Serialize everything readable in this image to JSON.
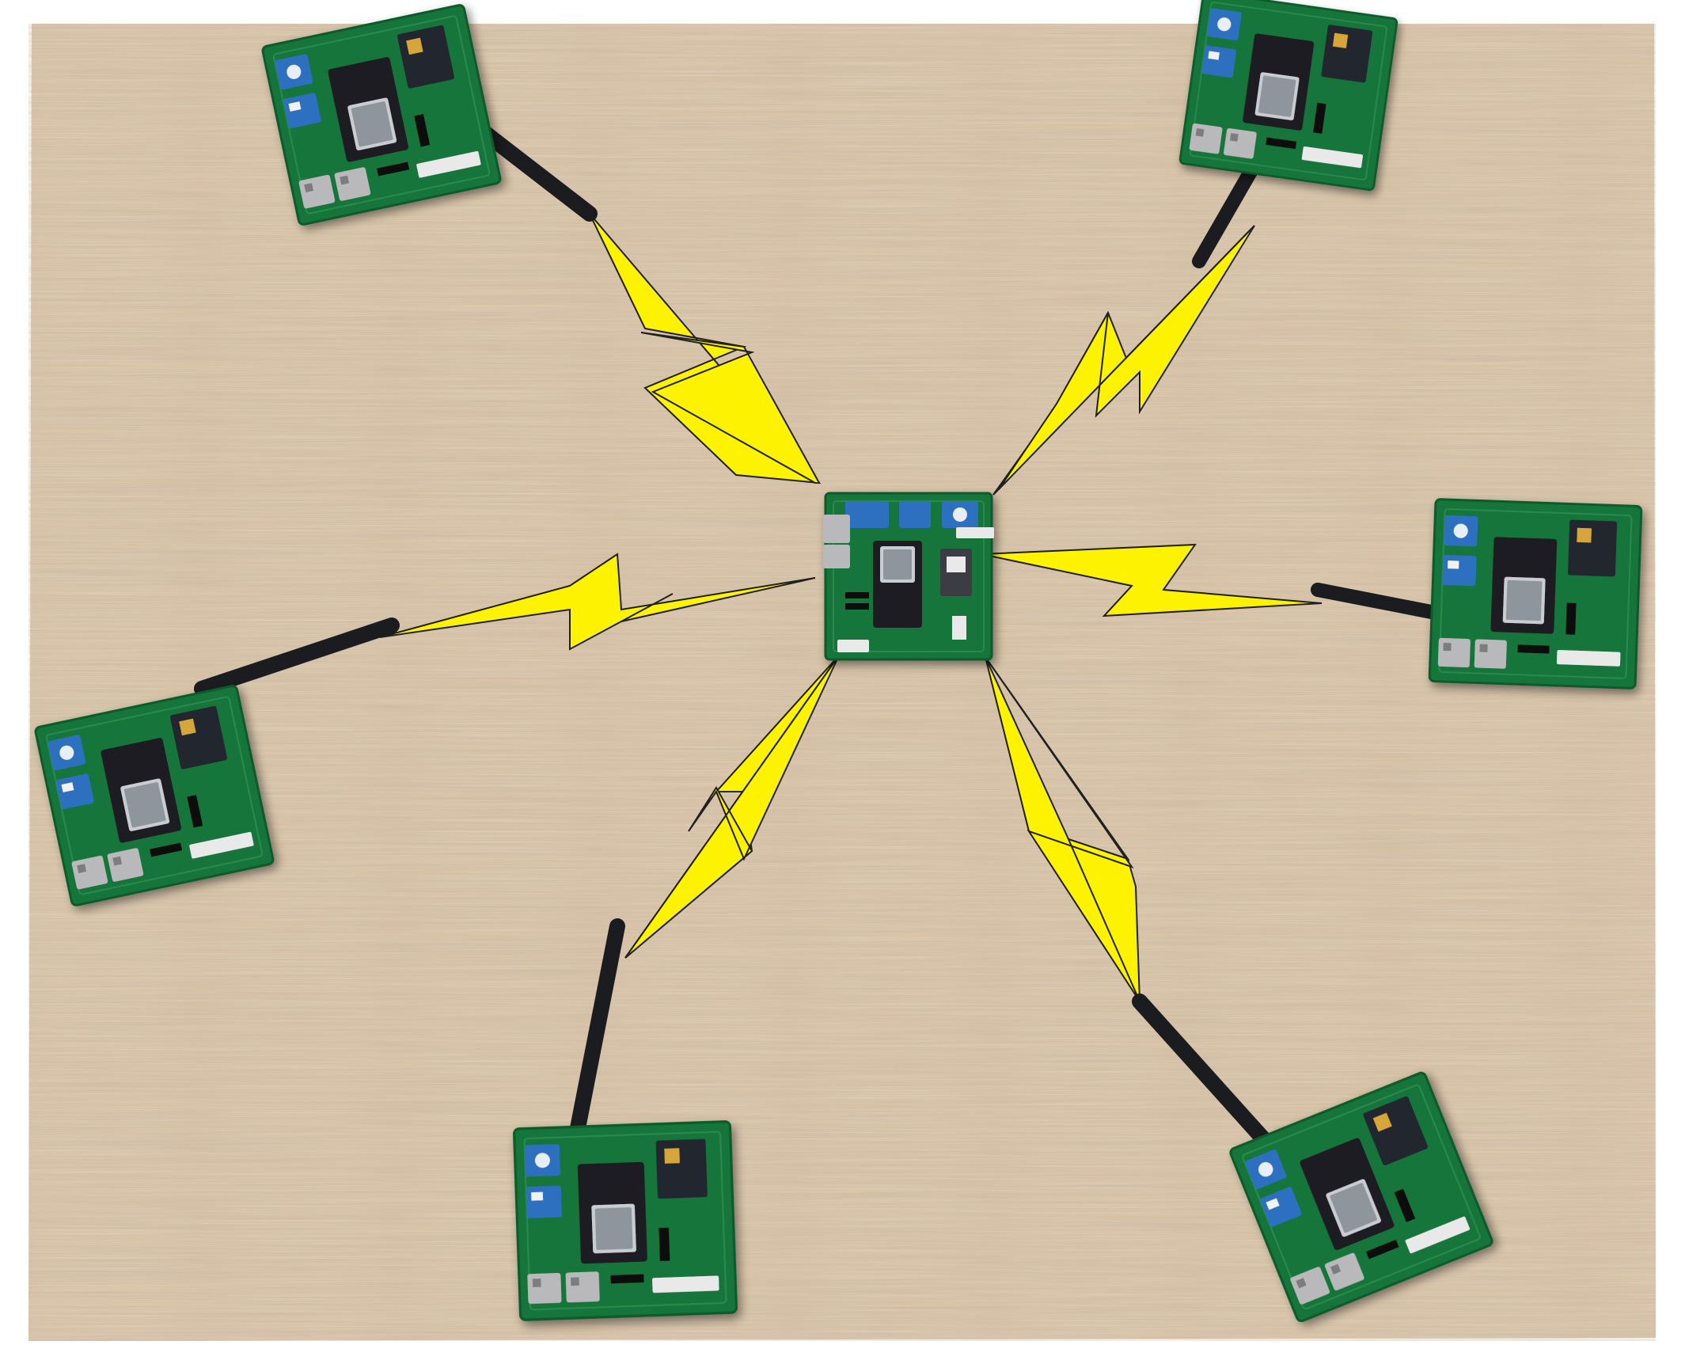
{
  "colors": {
    "page_background": "#ffffff",
    "wood_base": "#d8c2a4",
    "wood_dark_grain": "#a9907a",
    "wood_light_grain": "#ecdcc6",
    "pcb_green": "#18743a",
    "pcb_dark_green": "#0f5a2b",
    "module_black": "#1c1f24",
    "antenna_black": "#1b1c20",
    "lightning_yellow": "#fdf200",
    "lightning_outline": "#202020",
    "blue_module": "#2e6fc0",
    "terminal_grey": "#b9b9bb",
    "sd_card_white": "#e9e9e9"
  },
  "icons": [
    "gateway-node",
    "sensor-node",
    "antenna",
    "wireless-link-lightning"
  ],
  "nodes": {
    "gateway": {
      "role": "central-gateway",
      "has_antenna": false
    },
    "peripherals": [
      {
        "id": "node-top-left",
        "has_antenna": true
      },
      {
        "id": "node-top-right",
        "has_antenna": true
      },
      {
        "id": "node-middle-left",
        "has_antenna": true
      },
      {
        "id": "node-middle-right",
        "has_antenna": true
      },
      {
        "id": "node-bottom-left",
        "has_antenna": true
      },
      {
        "id": "node-bottom-right",
        "has_antenna": true
      }
    ]
  },
  "links": [
    {
      "from": "gateway",
      "to": "node-top-left"
    },
    {
      "from": "gateway",
      "to": "node-top-right"
    },
    {
      "from": "gateway",
      "to": "node-middle-left"
    },
    {
      "from": "gateway",
      "to": "node-middle-right"
    },
    {
      "from": "gateway",
      "to": "node-bottom-left"
    },
    {
      "from": "gateway",
      "to": "node-bottom-right"
    }
  ]
}
